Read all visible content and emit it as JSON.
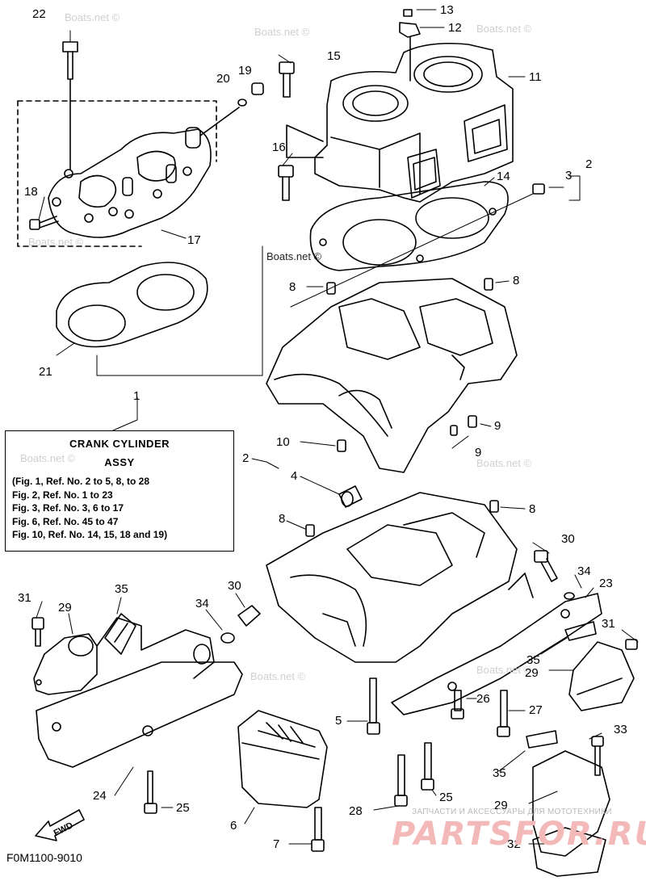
{
  "diagram": {
    "code": "F0M1100-9010",
    "fwd_label": "FWD",
    "assy_box": {
      "title_line1": "CRANK CYLINDER",
      "title_line2": "ASSY",
      "lines": [
        "(Fig. 1, Ref. No. 2 to 5, 8, to 28",
        "Fig. 2, Ref. No. 1 to 23",
        "Fig. 3, Ref. No. 3, 6 to 17",
        "Fig. 6, Ref. No. 45 to 47",
        "Fig. 10, Ref. No. 14, 15, 18 and 19)"
      ]
    },
    "watermarks": [
      "Boats.net ©",
      "Boats.net ©",
      "Boats.net ©",
      "Boats.net ©",
      "Boats.net ©",
      "Boats.net ©",
      "Boats.net ©",
      "Boats.net ©",
      "Boats.net ©"
    ],
    "bottom_watermark": {
      "caption": "ЗАПЧАСТИ И АКСЕССУАРЫ ДЛЯ МОТОТЕХНИКИ",
      "logo": "PARTSFOR.RU"
    },
    "callouts": [
      "22",
      "13",
      "12",
      "15",
      "19",
      "20",
      "11",
      "16",
      "3",
      "2",
      "18",
      "14",
      "17",
      "8",
      "8",
      "21",
      "1",
      "9",
      "10",
      "9",
      "2",
      "4",
      "8",
      "8",
      "30",
      "34",
      "23",
      "31",
      "29",
      "35",
      "30",
      "34",
      "31",
      "35",
      "29",
      "26",
      "5",
      "27",
      "33",
      "24",
      "25",
      "35",
      "6",
      "28",
      "25",
      "7",
      "29",
      "32"
    ]
  },
  "colors": {
    "line": "#000000",
    "watermark": "#cfcfcf",
    "logo": "#f3b9b9"
  }
}
